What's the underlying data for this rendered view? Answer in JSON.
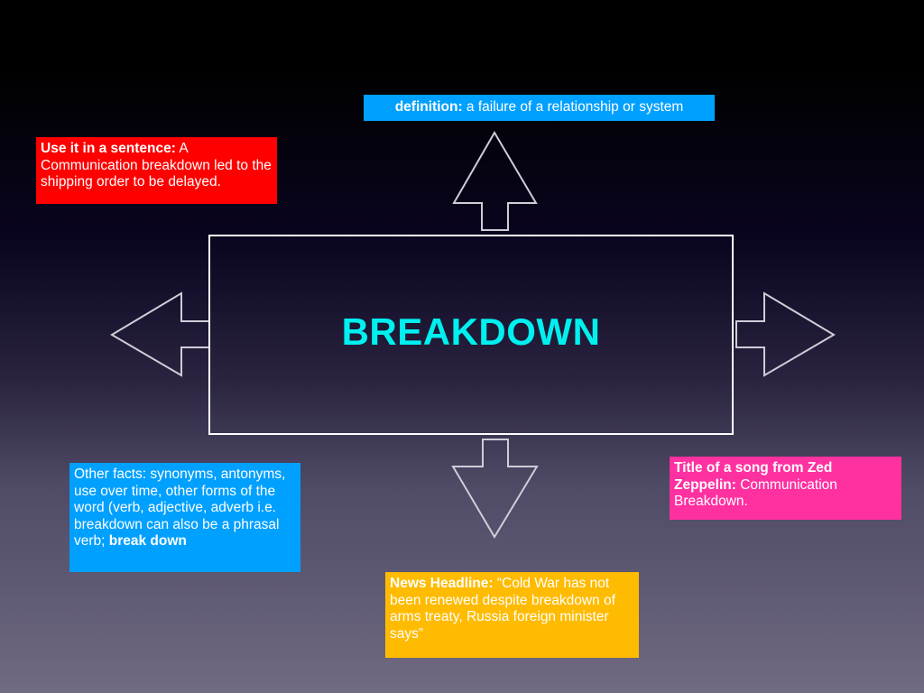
{
  "title": "BREAKDOWN",
  "definition": {
    "label": "definition:",
    "text": " a failure of a relationship or system"
  },
  "sentence": {
    "label": "Use it in a sentence:",
    "text": " A Communication breakdown led to the shipping order to be delayed."
  },
  "facts": {
    "text": "Other facts: synonyms, antonyms, use over time, other forms of the word (verb, adjective, adverb i.e. breakdown can also be a phrasal verb; ",
    "bold": "break down"
  },
  "song": {
    "label": "Title of a song from Zed Zeppelin:",
    "text": " Communication Breakdown."
  },
  "news": {
    "label": "News Headline:",
    "text": " “Cold War has not been renewed despite breakdown of arms treaty, Russia foreign minister says”"
  },
  "colors": {
    "definition": "#00a0ff",
    "sentence": "#ff0000",
    "facts": "#00a0ff",
    "song": "#ff30a0",
    "news": "#ffbb00",
    "title": "#00f0f0"
  }
}
